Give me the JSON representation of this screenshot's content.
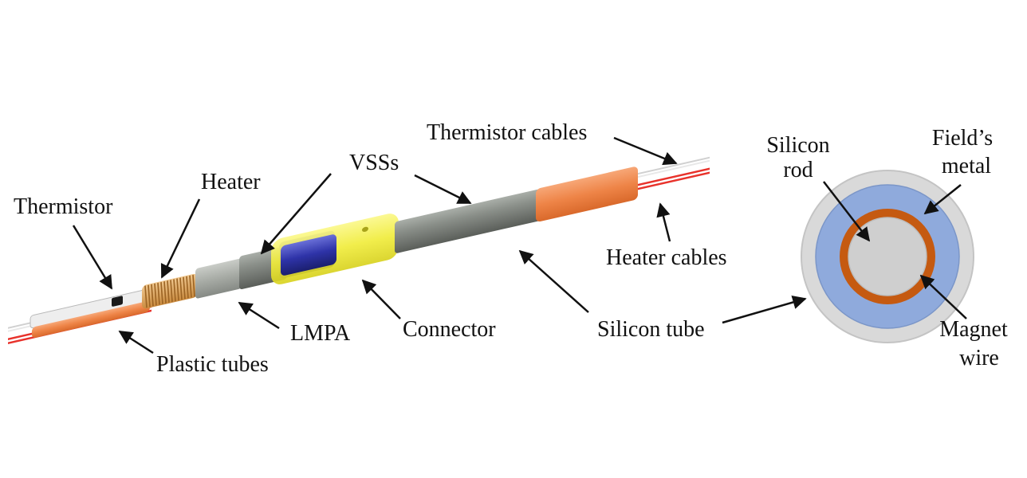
{
  "labels": {
    "thermistor": "Thermistor",
    "heater": "Heater",
    "vsss": "VSSs",
    "thermistor_cables": "Thermistor  cables",
    "heater_cables": "Heater cables",
    "lmpa": "LMPA",
    "connector": "Connector",
    "plastic_tubes": "Plastic tubes",
    "silicon_tube": "Silicon tube",
    "silicon_rod_line1": "Silicon",
    "silicon_rod_line2": "rod",
    "fields_metal_line1": "Field’s",
    "fields_metal_line2": "metal",
    "magnet_wire_line1": "Magnet",
    "magnet_wire_line2": "wire"
  },
  "colors": {
    "silicon_tube_outer": "#d9d9d9",
    "fields_metal": "#8faadc",
    "magnet_wire": "#c55a11",
    "silicon_rod": "#cfcfcf",
    "orange_sleeve": "#f08a4b",
    "connector_yellow": "#f2ef4a",
    "vss_blue": "#2a2f9a",
    "heater_coil": "#d9a05b",
    "red_cable": "#e8322b",
    "gray_tube": "#7a7f7a"
  }
}
